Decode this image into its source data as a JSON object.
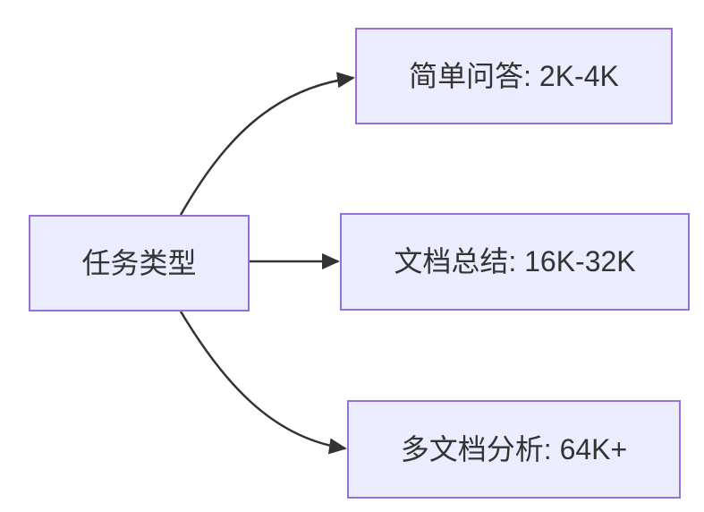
{
  "diagram": {
    "type": "flowchart-left-to-right",
    "colors": {
      "background": "#ffffff",
      "node_fill": "#ececff",
      "node_border": "#9370db",
      "edge_color": "#333333",
      "text_color": "#333333"
    },
    "root": {
      "id": "task-type",
      "label": "任务类型"
    },
    "children": [
      {
        "id": "simple-qa",
        "label": "简单问答: 2K-4K"
      },
      {
        "id": "doc-summary",
        "label": "文档总结: 16K-32K"
      },
      {
        "id": "multi-doc-analysis",
        "label": "多文档分析: 64K+"
      }
    ],
    "edges": [
      {
        "from": "task-type",
        "to": "simple-qa",
        "style": "curved-up"
      },
      {
        "from": "task-type",
        "to": "doc-summary",
        "style": "straight"
      },
      {
        "from": "task-type",
        "to": "multi-doc-analysis",
        "style": "curved-down"
      }
    ]
  }
}
